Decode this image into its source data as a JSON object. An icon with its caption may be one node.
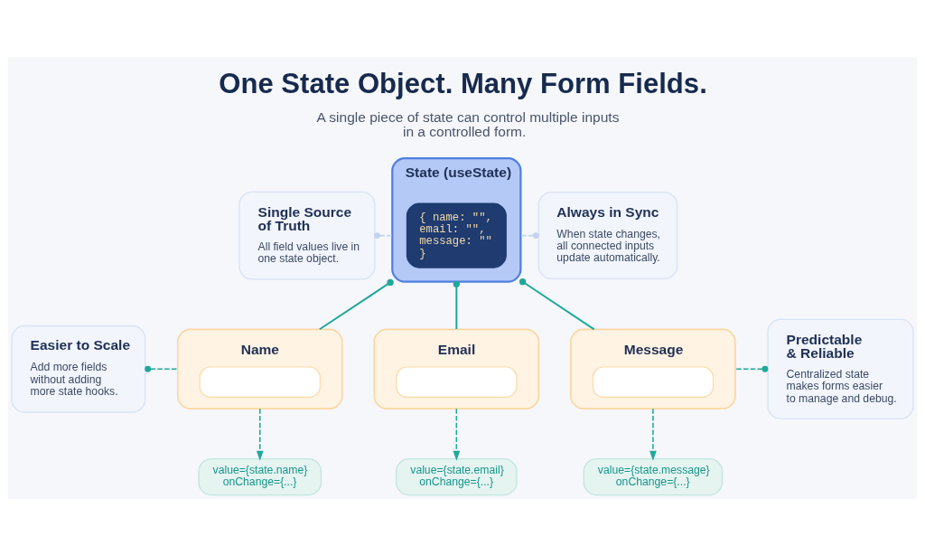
{
  "diagram": {
    "title": "One State Object. Many Form Fields.",
    "caption": "A single piece of state can control multiple inputs in a controlled form.",
    "nodes": [
      {
        "text": [
          "Single Source of Truth",
          "All field values live in one state object."
        ]
      },
      {
        "text": [
          "State (useState)"
        ]
      },
      {
        "text": [
          "{ name: \"\", email: \"\", message: \"\" }"
        ],
        "in": 1
      },
      {
        "text": [
          "Always in Sync",
          "When state changes, all connected inputs update automatically."
        ]
      },
      {
        "text": [
          "Easier to Scale",
          "Add more fields without adding more state hooks."
        ]
      },
      {
        "text": [
          "Name"
        ]
      },
      {
        "text": [
          "Email"
        ]
      },
      {
        "text": [
          "Message"
        ]
      },
      {
        "text": [
          "Predictable & Reliable",
          "Centralized state makes forms easier to manage and debug."
        ]
      },
      {
        "text": [
          "value={state.name} onChange={...}"
        ]
      },
      {
        "text": [
          "value={state.email} onChange={...}"
        ]
      },
      {
        "text": [
          "value={state.message} onChange={...}"
        ]
      }
    ],
    "edges": [
      {
        "from": 0,
        "to": 1,
        "arrow": "other",
        "style": "dashed",
        "color": "#c3d2ee"
      },
      {
        "from": 3,
        "to": 1,
        "arrow": "other",
        "style": "dashed",
        "color": "#c3d2ee"
      },
      {
        "from": 1,
        "to": 5,
        "arrow": "other"
      },
      {
        "from": 1,
        "to": 6,
        "arrow": "other"
      },
      {
        "from": 1,
        "to": 7,
        "arrow": "other"
      },
      {
        "from": 4,
        "to": 5,
        "arrow": "other",
        "style": "dashed"
      },
      {
        "from": 8,
        "to": 7,
        "arrow": "other",
        "style": "dashed"
      },
      {
        "from": 5,
        "to": 9,
        "arrow": "to",
        "style": "dashed"
      },
      {
        "from": 6,
        "to": 10,
        "arrow": "to",
        "style": "dashed"
      },
      {
        "from": 7,
        "to": 11,
        "arrow": "to",
        "style": "dashed"
      }
    ]
  }
}
